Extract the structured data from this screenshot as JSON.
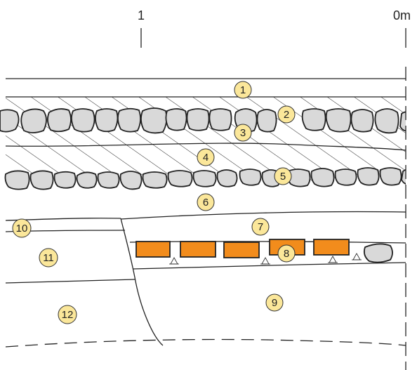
{
  "scale": {
    "left_label": "1",
    "right_label": "0m"
  },
  "layers": [
    {
      "id": "1",
      "label": "1"
    },
    {
      "id": "2",
      "label": "2"
    },
    {
      "id": "3",
      "label": "3"
    },
    {
      "id": "4",
      "label": "4"
    },
    {
      "id": "5",
      "label": "5"
    },
    {
      "id": "6",
      "label": "6"
    },
    {
      "id": "7",
      "label": "7"
    },
    {
      "id": "8",
      "label": "8"
    },
    {
      "id": "9",
      "label": "9"
    },
    {
      "id": "10",
      "label": "10"
    },
    {
      "id": "11",
      "label": "11"
    },
    {
      "id": "12",
      "label": "12"
    }
  ],
  "colors": {
    "label_fill": "#fbe79a",
    "brick_fill": "#f28c1c",
    "stone_fill": "#d9d9d9",
    "line": "#222222"
  }
}
